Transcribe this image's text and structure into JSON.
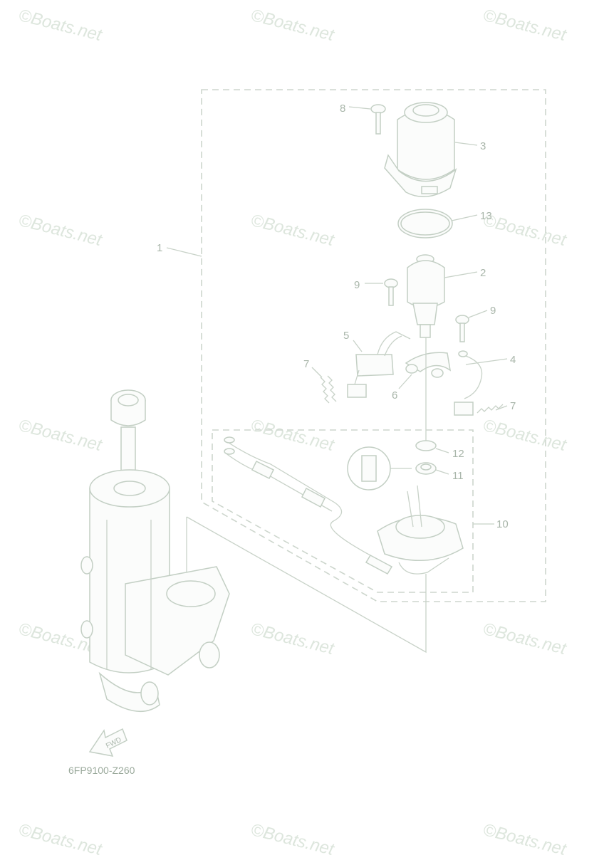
{
  "watermark": "©Boats.net",
  "diagram_code": "6FP9100-Z260",
  "fwd_label": "FWD",
  "callouts": {
    "c1": "1",
    "c2": "2",
    "c3": "3",
    "c4": "4",
    "c5": "5",
    "c6": "6",
    "c7a": "7",
    "c7b": "7",
    "c8": "8",
    "c9a": "9",
    "c9b": "9",
    "c10": "10",
    "c11": "11",
    "c12": "12",
    "c13": "13"
  },
  "icons": {
    "fwd_arrow": "fwd-arrow-icon"
  }
}
